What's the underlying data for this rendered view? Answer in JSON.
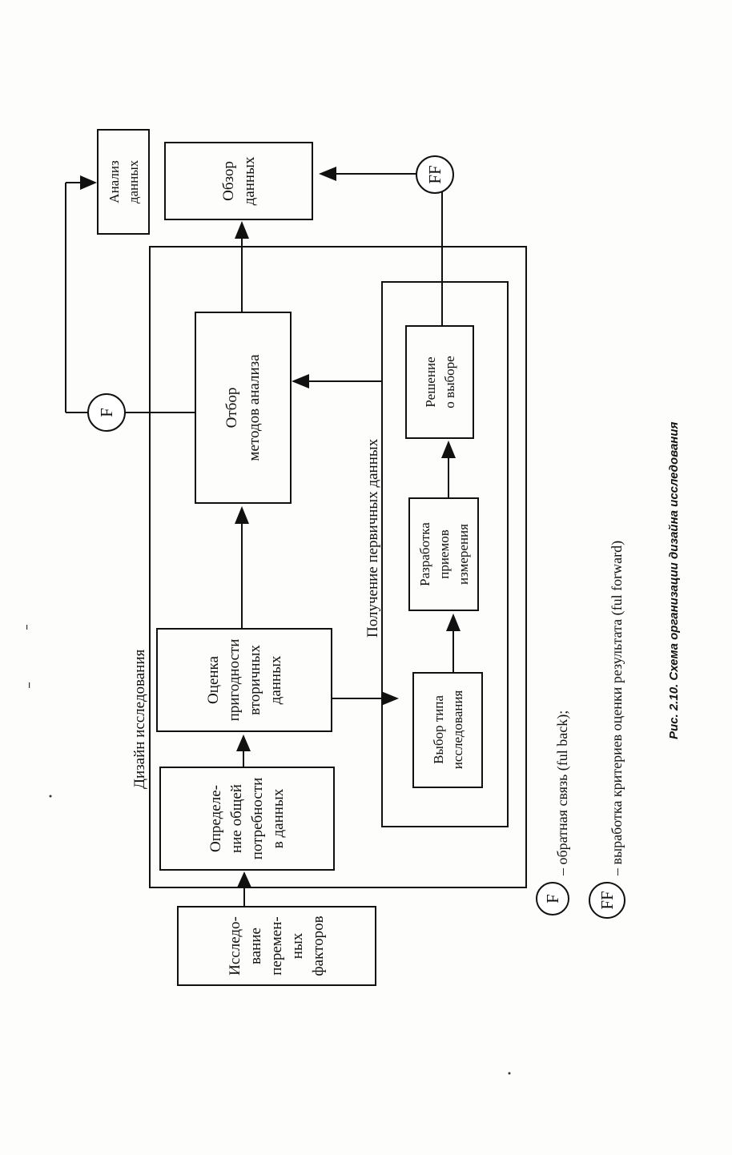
{
  "blocks": {
    "input": [
      "Исследо-",
      "вание",
      "перемен-",
      "ных",
      "факторов"
    ],
    "general_need": [
      "Определе-",
      "ние общей",
      "потребности",
      "в данных"
    ],
    "secondary": [
      "Оценка",
      "пригодности",
      "вторичных",
      "данных"
    ],
    "methods": [
      "Отбор",
      "методов анализа"
    ],
    "review": [
      "Обзор",
      "данных"
    ],
    "analysis": [
      "Анализ",
      "данных"
    ],
    "research_type": [
      "Выбор типа",
      "исследования"
    ],
    "measurement": [
      "Разработка",
      "приемов",
      "измерения"
    ],
    "decision": [
      "Решение",
      "о выборе"
    ]
  },
  "frames": {
    "design": "Дизайн исследования",
    "primary": "Получение первичных данных"
  },
  "feedback": {
    "f": "F",
    "ff": "FF"
  },
  "legend": {
    "f_symbol": "F",
    "f_text": "– обратная связь (ful back);",
    "ff_symbol": "FF",
    "ff_text": "– выработка критериев оценки результата (ful forward)"
  },
  "caption": "Рис. 2.10. Схема организации дизайна исследования"
}
